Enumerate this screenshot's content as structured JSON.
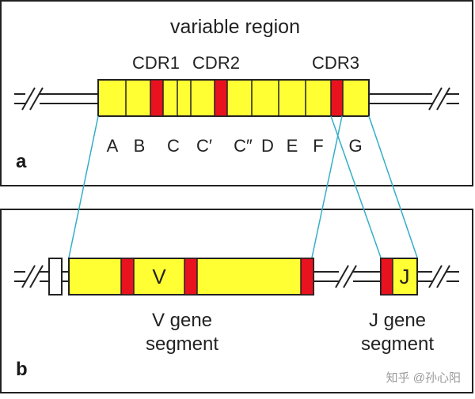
{
  "panel_a": {
    "title": "variable region",
    "letter": "a",
    "cdr_labels": [
      "CDR1",
      "CDR2",
      "CDR3"
    ],
    "strands": [
      "A",
      "B",
      "C",
      "C′",
      "C″",
      "D",
      "E",
      "F",
      "G"
    ]
  },
  "panel_b": {
    "letter": "b",
    "v_label": "V",
    "j_label": "J",
    "v_caption": [
      "V gene",
      "segment"
    ],
    "j_caption": [
      "J gene",
      "segment"
    ]
  },
  "watermark": "知乎 @孙心阳",
  "colors": {
    "segment_fill": "#ffff33",
    "cdr_fill": "#e8131f",
    "connector": "#35aec9",
    "frame": "#222222"
  }
}
